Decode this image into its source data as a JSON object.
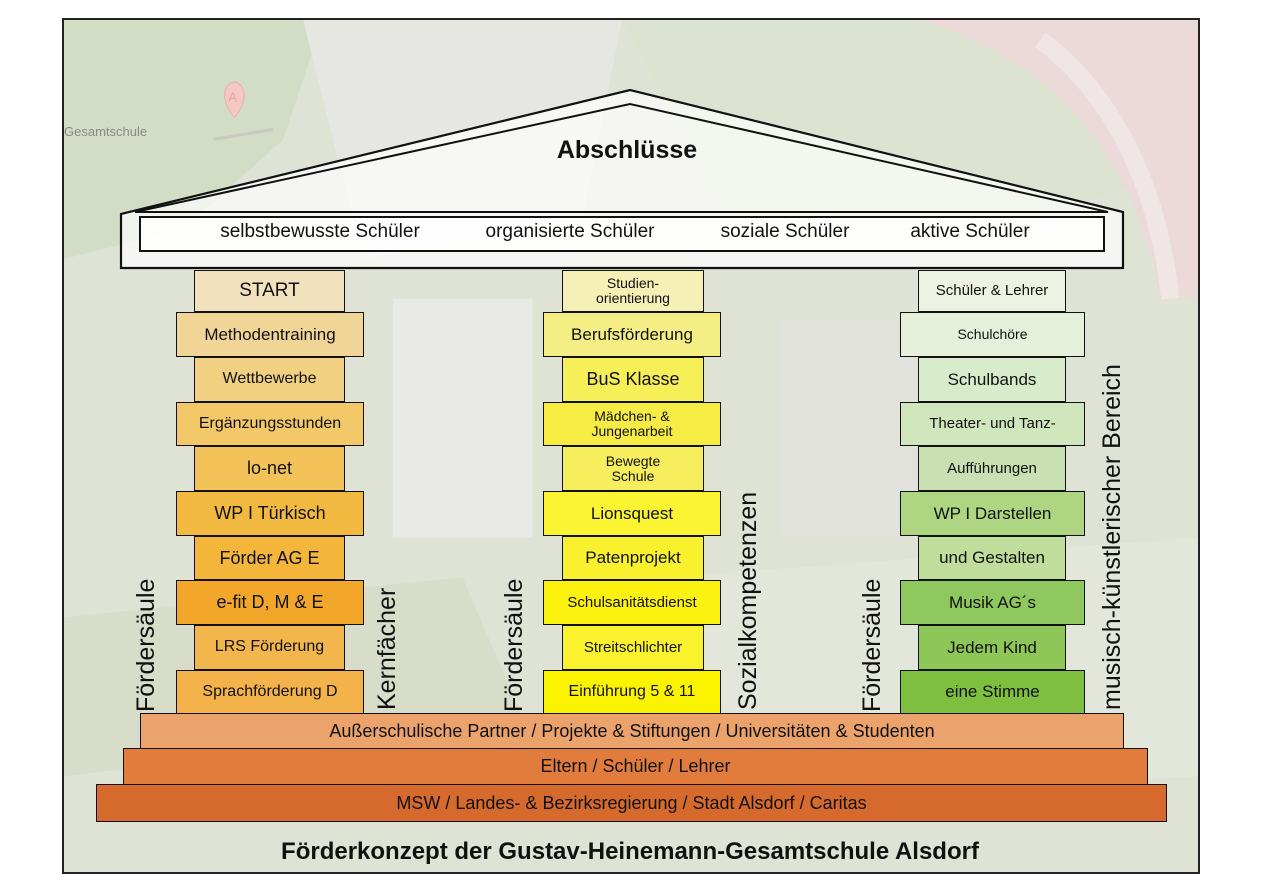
{
  "map": {
    "marker_letter": "A",
    "place_label": "Gesamtschule"
  },
  "roof": {
    "title": "Abschlüsse",
    "values": [
      "selbstbewusste Schüler",
      "organisierte Schüler",
      "soziale Schüler",
      "aktive Schüler"
    ]
  },
  "pillars": {
    "left": {
      "side_label": "Fördersäule",
      "topic_label": "Kernfächer",
      "items": [
        "START",
        "Methodentraining",
        "Wettbewerbe",
        "Ergänzungsstunden",
        "lo-net",
        "WP I Türkisch",
        "Förder AG E",
        "e-fit D, M & E",
        "LRS Förderung",
        "Sprachförderung D"
      ]
    },
    "middle": {
      "side_label": "Fördersäule",
      "topic_label": "Sozialkompetenzen",
      "items": [
        "Studien-\norientierung",
        "Berufsförderung",
        "BuS Klasse",
        "Mädchen- &\nJungenarbeit",
        "Bewegte\nSchule",
        "Lionsquest",
        "Patenprojekt",
        "Schulsanitätsdienst",
        "Streitschlichter",
        "Einführung 5 & 11"
      ]
    },
    "right": {
      "side_label": "Fördersäule",
      "topic_label": "musisch-künstlerischer Bereich",
      "items": [
        "Schüler & Lehrer",
        "Schulchöre",
        "Schulbands",
        "Theater- und Tanz-",
        "Aufführungen",
        "WP I Darstellen",
        "und Gestalten",
        "Musik AG´s",
        "Jedem Kind",
        "eine Stimme"
      ]
    }
  },
  "foundation": {
    "steps": [
      "Außerschulische Partner / Projekte & Stiftungen / Universitäten & Studenten",
      "Eltern / Schüler / Lehrer",
      "MSW / Landes- & Bezirksregierung / Stadt Alsdorf / Caritas"
    ]
  },
  "caption": "Förderkonzept der Gustav-Heinemann-Gesamtschule Alsdorf",
  "colors": {
    "left": [
      "#f1e2bd",
      "#f1d597",
      "#f2d082",
      "#f3c869",
      "#f3c35a",
      "#f2b940",
      "#f3b53a",
      "#f2a62a",
      "#f3b64d",
      "#f3b24a"
    ],
    "middle": [
      "#f5f0b5",
      "#f5ee84",
      "#f7ef57",
      "#f6ec43",
      "#f6ee5d",
      "#faf433",
      "#faf12e",
      "#fbf20f",
      "#fbf22e",
      "#fcf300"
    ],
    "right": [
      "#eef2e3",
      "#e6efd9",
      "#d8ebca",
      "#d0e6bd",
      "#c9e1b2",
      "#aed682",
      "#bfde9c",
      "#90c860",
      "#8ec757",
      "#7fbf3f"
    ],
    "foundation": [
      "#eba26b",
      "#e27c3d",
      "#d66a2d"
    ]
  }
}
